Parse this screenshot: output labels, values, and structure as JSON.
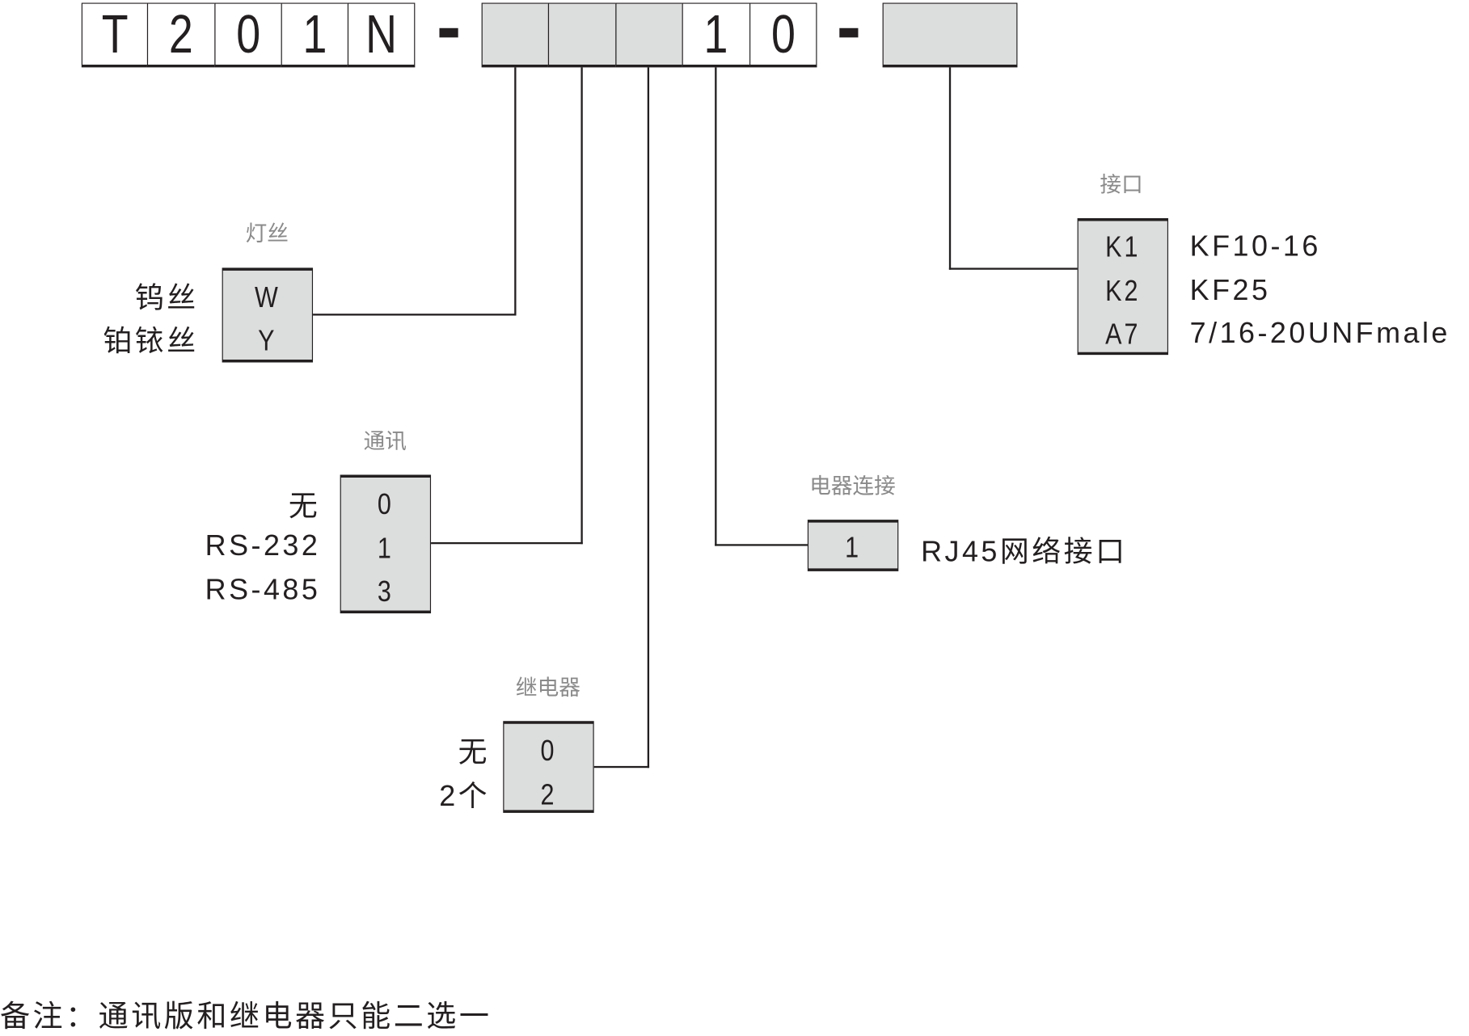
{
  "model_code": {
    "fixed": [
      "T",
      "2",
      "0",
      "1",
      "N"
    ],
    "separator": "-",
    "variable_1": "",
    "variable_2": "",
    "variable_3": "",
    "fixed_2": [
      "1",
      "0"
    ],
    "variable_4": ""
  },
  "filament": {
    "title": "灯丝",
    "options": [
      {
        "label": "钨丝",
        "code": "W"
      },
      {
        "label": "铂铱丝",
        "code": "Y"
      }
    ]
  },
  "communication": {
    "title": "通讯",
    "options": [
      {
        "label": "无",
        "code": "0"
      },
      {
        "label": "RS-232",
        "code": "1"
      },
      {
        "label": "RS-485",
        "code": "3"
      }
    ]
  },
  "relay": {
    "title": "继电器",
    "options": [
      {
        "label": "无",
        "code": "0"
      },
      {
        "label": "2个",
        "code": "2"
      }
    ]
  },
  "electrical": {
    "title": "电器连接",
    "options": [
      {
        "label": "RJ45网络接口",
        "code": "1"
      }
    ]
  },
  "interface": {
    "title": "接口",
    "options": [
      {
        "label": "KF10-16",
        "code": "K1"
      },
      {
        "label": "KF25",
        "code": "K2"
      },
      {
        "label": "7/16-20UNFmale",
        "code": "A7"
      }
    ]
  },
  "note": "备注：通讯版和继电器只能二选一",
  "colors": {
    "box_fill": "#dcdddd",
    "line": "#231f20",
    "category_label": "#8a8a8a"
  }
}
